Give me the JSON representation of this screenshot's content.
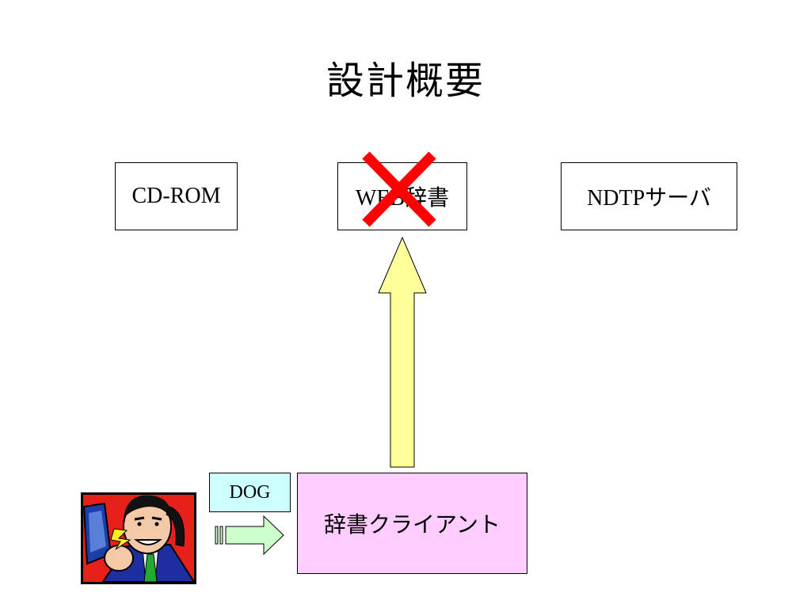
{
  "slide": {
    "title": "設計概要"
  },
  "nodes": {
    "cdrom": "CD-ROM",
    "web_dictionary": "WEB辞書",
    "ndtp_server": "NDTPサーバ",
    "dictionary_client": "辞書クライアント",
    "dog": "DOG"
  },
  "marks": {
    "web_dictionary_status": "crossed-out",
    "cross_color": "#ff0000",
    "arrow_fill": "#ffff99",
    "small_arrow_fill": "#ccffcc"
  },
  "icons": {
    "user_clipart": "man-on-phone-clipart"
  }
}
